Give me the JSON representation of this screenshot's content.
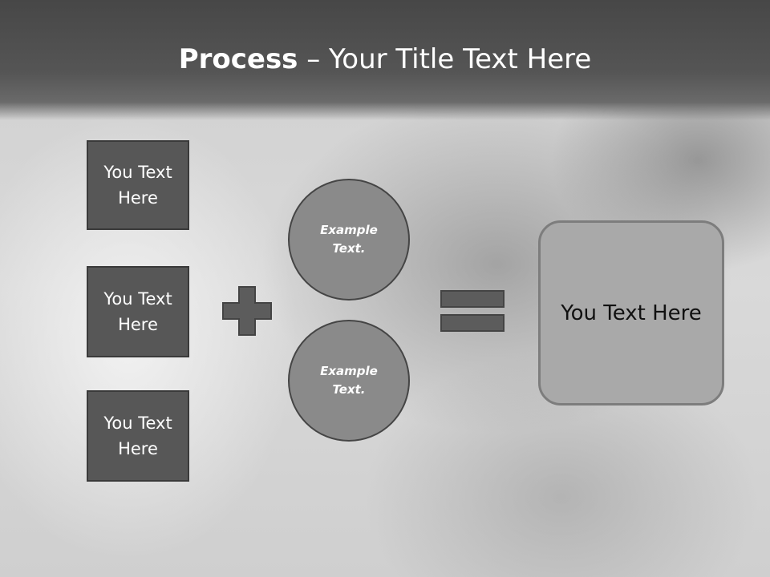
{
  "slide": {
    "title_bold": "Process",
    "title_rest": " – Your Title Text Here"
  },
  "inputs": [
    {
      "text": "You Text Here"
    },
    {
      "text": "You Text Here"
    },
    {
      "text": "You Text Here"
    }
  ],
  "circles": [
    {
      "text": "Example Text."
    },
    {
      "text": "Example Text."
    }
  ],
  "result": {
    "text": "You Text Here"
  },
  "colors": {
    "header": "#4a4a4a",
    "box_fill": "#575757",
    "circle_fill": "#8a8a8a",
    "result_fill": "#a9a9a9",
    "operator_fill": "#5c5c5c"
  },
  "icons": [
    "plus-icon",
    "equals-icon"
  ]
}
